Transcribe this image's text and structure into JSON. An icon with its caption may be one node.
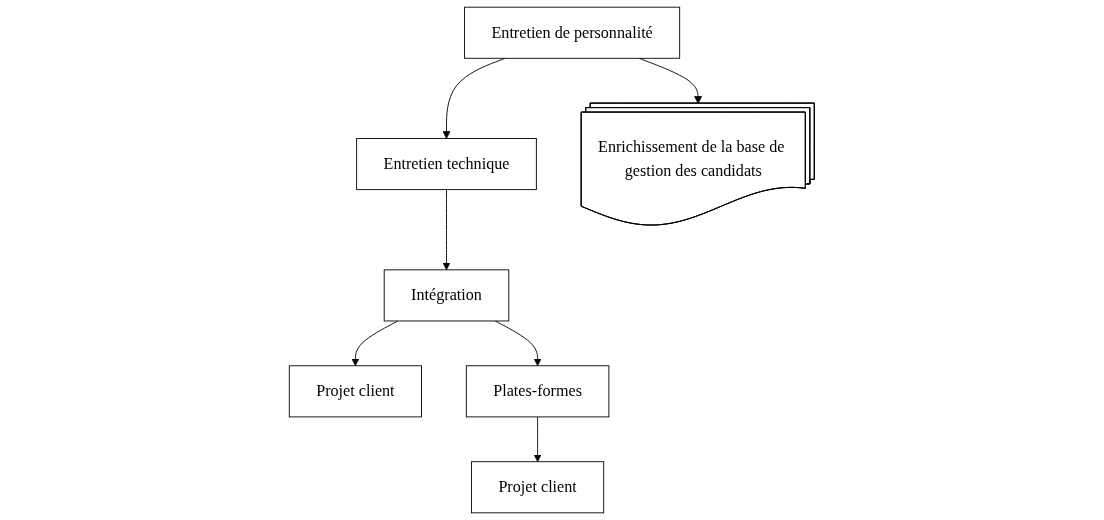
{
  "diagram": {
    "nodes": [
      {
        "text": [
          "Entretien de personnalité"
        ]
      },
      {
        "text": [
          "Entretien technique"
        ]
      },
      {
        "text": [
          "Enrichissement de la base de gestion des candidats"
        ]
      },
      {
        "text": [
          "Intégration"
        ]
      },
      {
        "text": [
          "Projet client"
        ]
      },
      {
        "text": [
          "Plates-formes"
        ]
      },
      {
        "text": [
          "Projet client"
        ]
      }
    ],
    "edges": [
      {
        "from": 0,
        "to": 1,
        "arrow": "to"
      },
      {
        "from": 0,
        "to": 2,
        "arrow": "to"
      },
      {
        "from": 1,
        "to": 3,
        "arrow": "to"
      },
      {
        "from": 3,
        "to": 4,
        "arrow": "to"
      },
      {
        "from": 3,
        "to": 5,
        "arrow": "to"
      },
      {
        "from": 5,
        "to": 6,
        "arrow": "to"
      }
    ]
  }
}
